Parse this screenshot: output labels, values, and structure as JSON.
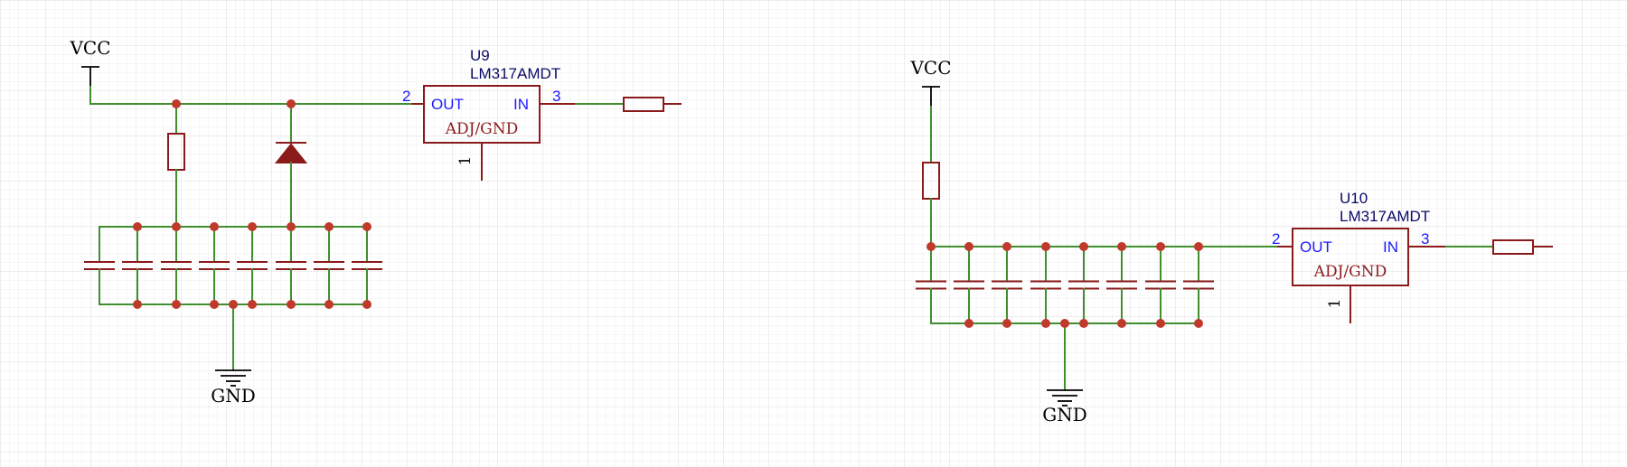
{
  "colors": {
    "background": "#ffffff",
    "grid_minor": "#ececec",
    "grid_major": "#dcdcdc",
    "wire": "#3f8f2f",
    "part": "#8b1a1a",
    "junction": "#c0392b",
    "pin_number": "#1a1aff",
    "pin_name": "#1a1aff",
    "designator": "#0a0a6a",
    "body_text": "#8b1a1a"
  },
  "circuits": [
    {
      "id": "left",
      "vcc_label": "VCC",
      "gnd_label": "GND",
      "regulator": {
        "designator": "U9",
        "part": "LM317AMDT",
        "pin_out_name": "OUT",
        "pin_in_name": "IN",
        "body_label": "ADJ/GND",
        "pin_out_number": "2",
        "pin_in_number": "3",
        "pin_adj_number": "1"
      }
    },
    {
      "id": "right",
      "vcc_label": "VCC",
      "gnd_label": "GND",
      "regulator": {
        "designator": "U10",
        "part": "LM317AMDT",
        "pin_out_name": "OUT",
        "pin_in_name": "IN",
        "body_label": "ADJ/GND",
        "pin_out_number": "2",
        "pin_in_number": "3",
        "pin_adj_number": "1"
      }
    }
  ]
}
